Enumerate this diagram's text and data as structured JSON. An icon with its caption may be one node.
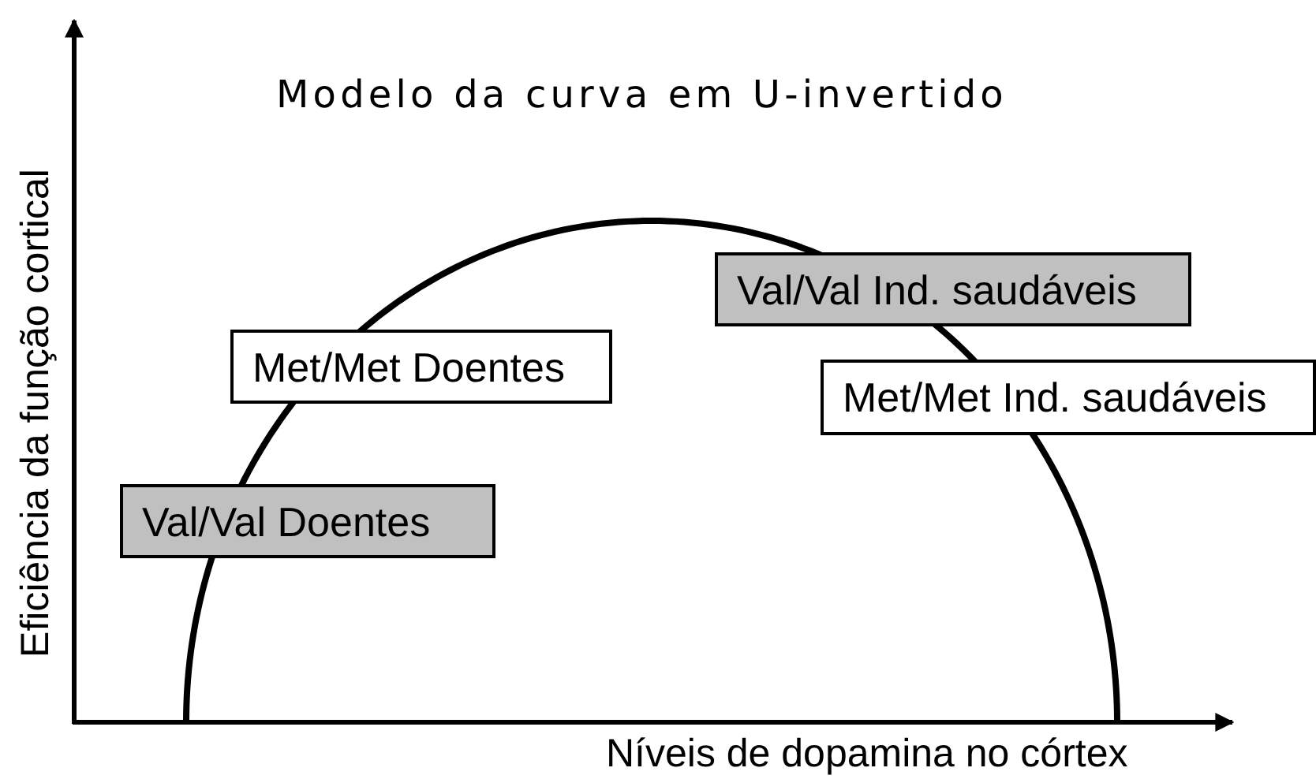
{
  "diagram": {
    "title": "Modelo da curva em U-invertido",
    "nodes": [
      {
        "text": [
          "Val/Val Ind. saudáveis"
        ]
      },
      {
        "text": [
          "Met/Met Doentes"
        ]
      },
      {
        "text": [
          "Met/Met Ind. saudáveis"
        ]
      },
      {
        "text": [
          "Val/Val Doentes"
        ]
      }
    ],
    "edges": [],
    "labels": [
      "Eficiência da função cortical",
      "Níveis de dopamina no córtex"
    ]
  }
}
